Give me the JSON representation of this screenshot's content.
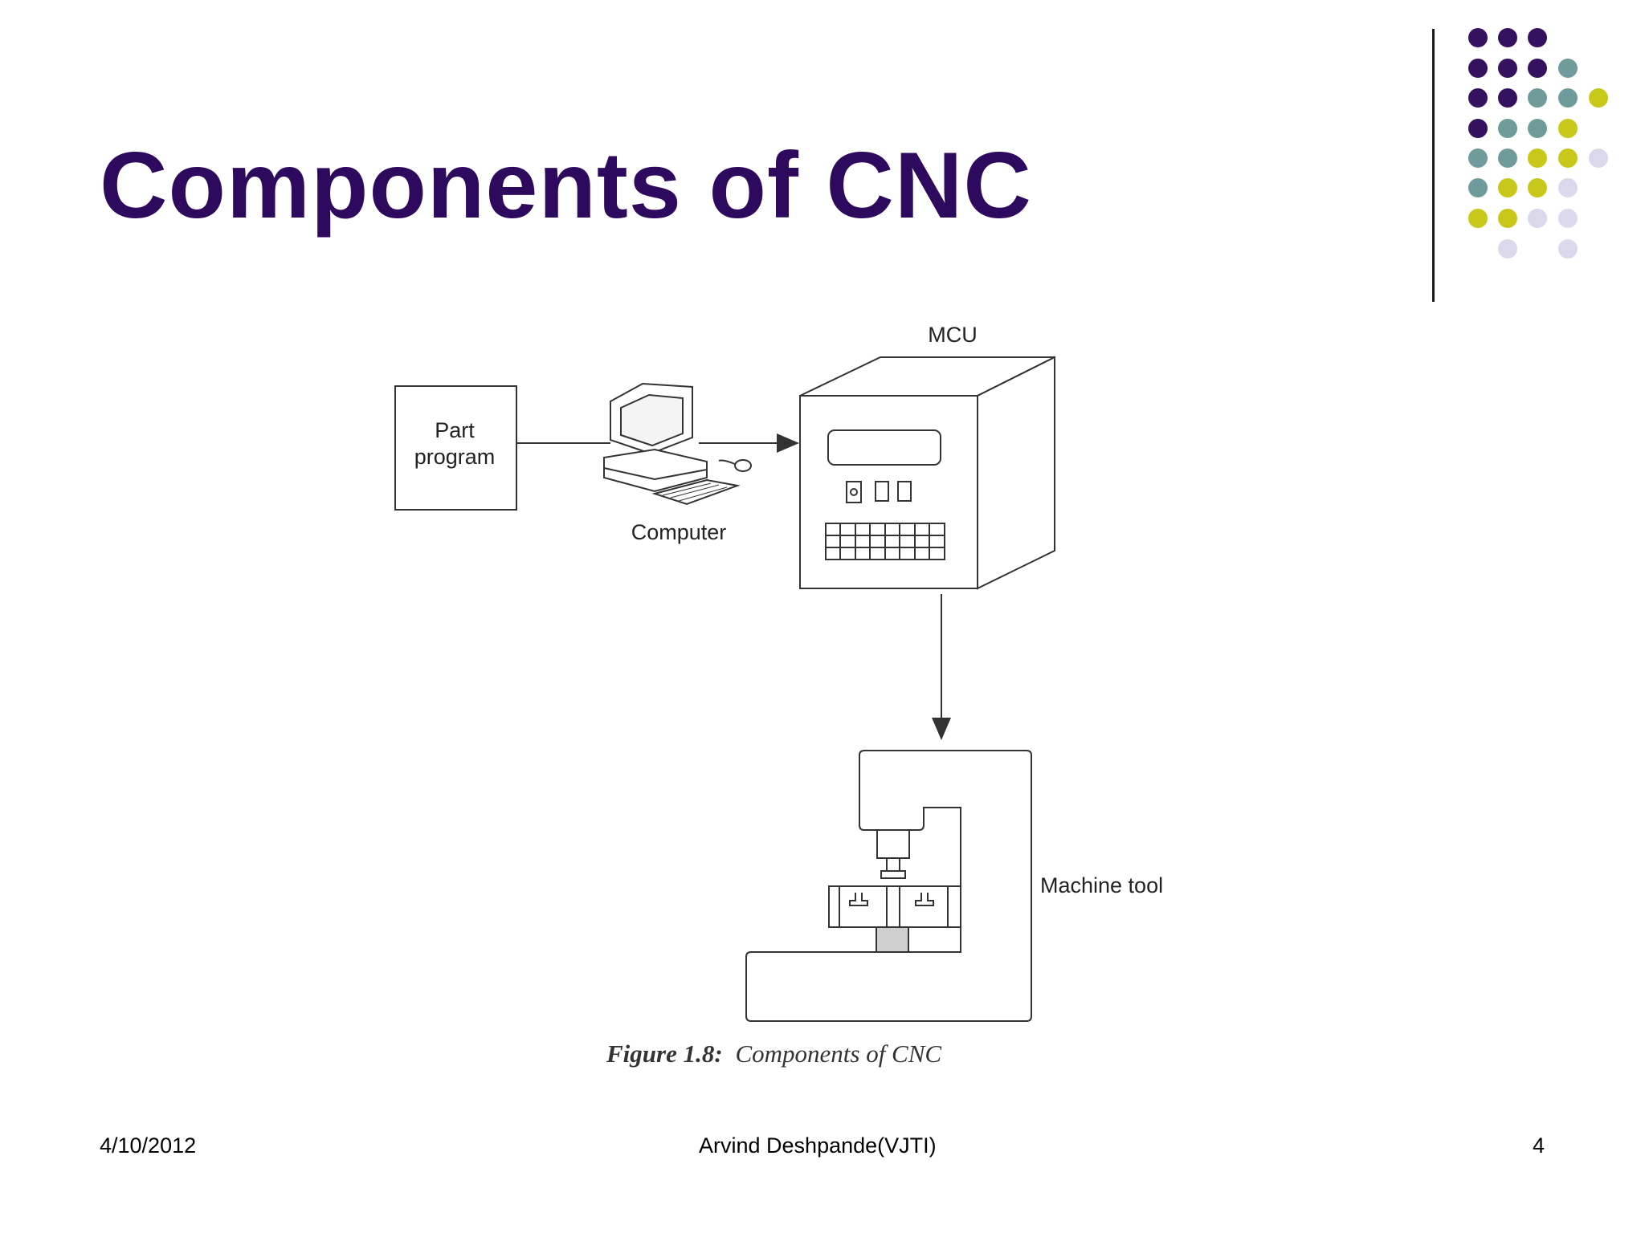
{
  "slide": {
    "title": "Components of CNC",
    "palette": {
      "title": "#2d0a5e",
      "dark_purple": "#35125f",
      "teal": "#6f9c9a",
      "yellow_green": "#c8c81a",
      "lavender": "#dcd8ec"
    }
  },
  "diagram": {
    "mcu_label": "MCU",
    "part_program_line1": "Part",
    "part_program_line2": "program",
    "computer_label": "Computer",
    "machine_tool_label": "Machine tool",
    "caption_prefix": "Figure 1.8:",
    "caption_text": "Components of CNC"
  },
  "footer": {
    "date": "4/10/2012",
    "author": "Arvind Deshpande(VJTI)",
    "page": "4"
  }
}
